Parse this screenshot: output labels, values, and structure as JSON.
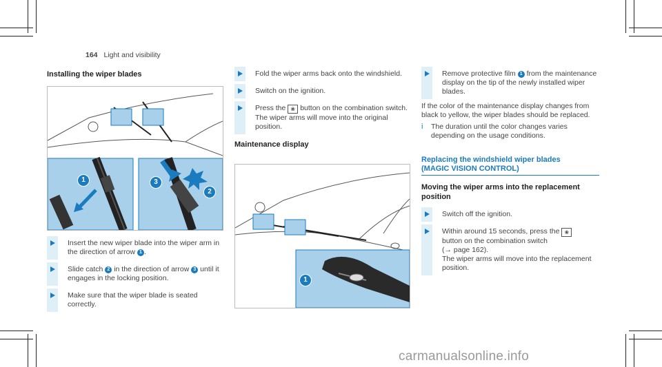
{
  "header": {
    "page_number": "164",
    "section": "Light and visibility"
  },
  "col1": {
    "heading": "Installing the wiper blades",
    "callouts": {
      "one": "1",
      "two": "2",
      "three": "3"
    },
    "step1": "Insert the new wiper blade into the wiper arm in the direction of arrow ",
    "step1_ref": "1",
    "step2_a": "Slide catch ",
    "step2_ref1": "2",
    "step2_b": " in the direction of arrow ",
    "step2_ref2": "3",
    "step2_c": " until it engages in the locking position.",
    "step3": "Make sure that the wiper blade is seated correctly."
  },
  "col2": {
    "step1": "Fold the wiper arms back onto the windshield.",
    "step2": "Switch on the ignition.",
    "step3_a": "Press the ",
    "step3_b": " button on the combination switch.",
    "step3_c": "The wiper arms will move into the original position.",
    "heading": "Maintenance display",
    "callout": "1"
  },
  "col3": {
    "step1_a": "Remove protective film ",
    "step1_ref": "1",
    "step1_b": " from the maintenance display on the tip of the newly installed wiper blades.",
    "para": "If the color of the maintenance display changes from black to yellow, the wiper blades should be replaced.",
    "note": "The duration until the color changes varies depending on the usage conditions.",
    "section_title_1": "Replacing the windshield wiper blades",
    "section_title_2": "(MAGIC VISION CONTROL)",
    "subheading_1": "Moving the wiper arms into the replacement",
    "subheading_2": "position",
    "step2": "Switch off the ignition.",
    "step3_a": "Within around 15 seconds, press the ",
    "step3_b": " button on the combination switch",
    "step3_c": "(→ page 162).",
    "step3_d": "The wiper arms will move into the replacement position."
  },
  "icons": {
    "wiper_button": "❀",
    "info": "i"
  },
  "watermark": "carmanualsonline.info",
  "colors": {
    "accent": "#1a7bbf",
    "highlight": "#dfeff8",
    "figure_blue": "#a8d0ea"
  }
}
